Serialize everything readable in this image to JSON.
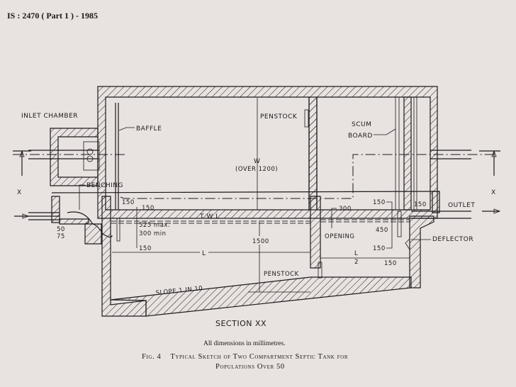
{
  "header": {
    "standard": "IS : 2470 ( Part 1 ) - 1985"
  },
  "plan": {
    "inlet_chamber": "INLET CHAMBER",
    "baffle": "BAFFLE",
    "penstock": "PENSTOCK",
    "width_label": "W",
    "width_note": "(OVER 1200)",
    "scum_line1": "SCUM",
    "scum_line2": "BOARD",
    "section_mark_left": "X",
    "section_mark_right": "X"
  },
  "section": {
    "benching": "BENCHING",
    "d150_a": "150",
    "d150_b": "150",
    "d150_c": "150",
    "d50": "50",
    "d75": "75",
    "twl": "T W L",
    "d525": "525 max.",
    "d300min": "300 min",
    "length": "L",
    "depth": "1500",
    "penstock": "PENSTOCK",
    "slope": "SLOPE  1  IN  10",
    "d300": "300",
    "opening": "OPENING",
    "d150_d": "150",
    "d150_e": "150",
    "d450": "450",
    "d150_f": "150",
    "half_l_num": "L",
    "half_l_den": "2",
    "d150_g": "150",
    "outlet": "OUTLET",
    "deflector": "DEFLECTOR",
    "title": "SECTION  XX"
  },
  "caption": {
    "note": "All dimensions in millimetres.",
    "fig_no": "Fig. 4",
    "line1": "Typical Sketch of Two Compartment Septic Tank for",
    "line2": "Populations Over 50"
  }
}
